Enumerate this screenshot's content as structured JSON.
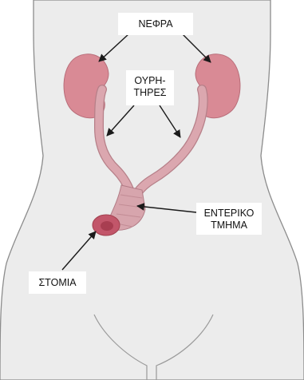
{
  "labels": {
    "kidneys": "ΝΕΦΡΑ",
    "ureters_line1": "ΟΥΡΗ-",
    "ureters_line2": "ΤΗΡΕΣ",
    "bowel_line1": "ΕΝΤΕΡΙΚΟ",
    "bowel_line2": "ΤΜΗΜΑ",
    "stoma": "ΣΤΟΜΙΑ"
  },
  "colors": {
    "body_fill": "#ececec",
    "body_outline": "#8c8c8c",
    "kidney": "#d98a95",
    "kidney_outline": "#b86d79",
    "ureter": "#dba7af",
    "bowel": "#d7a5ad",
    "stoma": "#c2566a",
    "arrow": "#1a1a1a"
  }
}
